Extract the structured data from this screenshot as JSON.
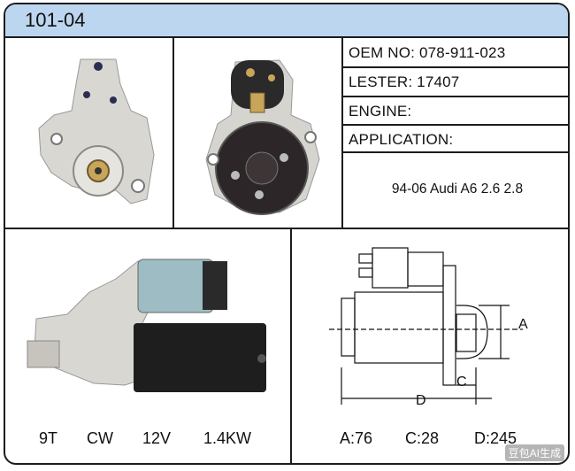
{
  "header": {
    "title": "101-04"
  },
  "specs": {
    "oem": "OEM NO: 078-911-023",
    "lester": "LESTER: 17407",
    "engine": "ENGINE:",
    "application": "APPLICATION:"
  },
  "application_value": "94-06 Audi A6 2.6 2.8",
  "bottom_left": {
    "teeth": "9T",
    "rotation": "CW",
    "voltage": "12V",
    "power": "1.4KW"
  },
  "bottom_right": {
    "a": "A:76",
    "c": "C:28",
    "d": "D:245"
  },
  "diagram_labels": {
    "a": "A",
    "c": "C",
    "d": "D"
  },
  "watermark": "豆包AI生成",
  "colors": {
    "header_bg": "#bcd6f0",
    "border": "#1c1c1c"
  }
}
